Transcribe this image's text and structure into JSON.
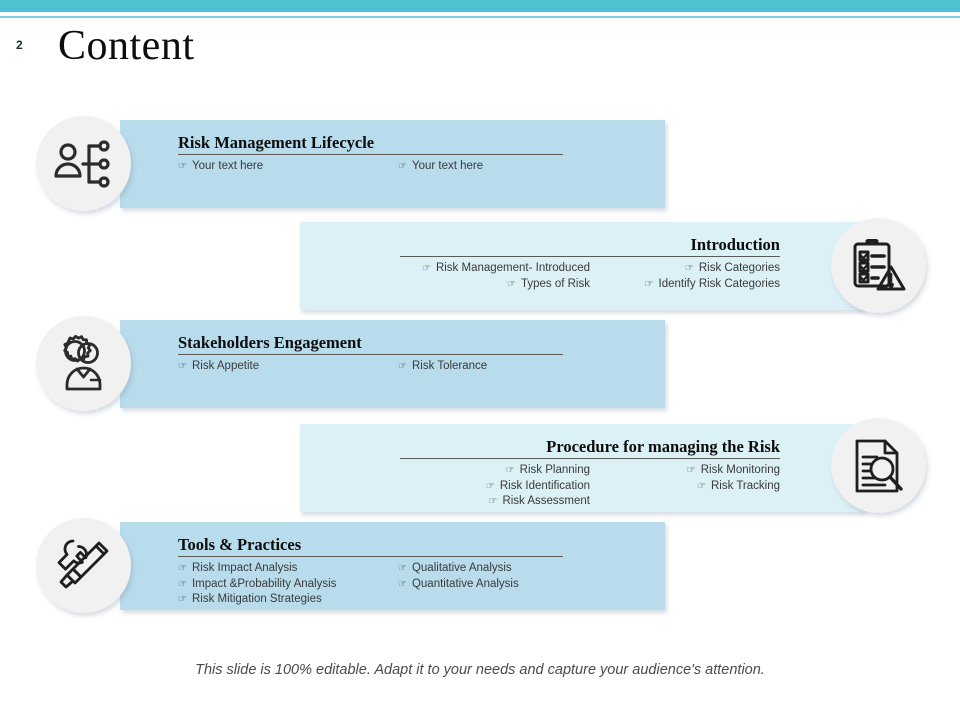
{
  "theme": {
    "accent_teal": "#4cc3d0",
    "band_left_fill": "#b9dced",
    "band_right_fill": "#dbf1f6",
    "icon_circle_fill": "#f1f1f1",
    "title_color": "#0d0d0d"
  },
  "header": {
    "page_number": "2",
    "title": "Content"
  },
  "bullet_glyph": "☞",
  "bands": [
    {
      "id": "risk-management-lifecycle",
      "title": "Risk Management Lifecycle",
      "align": "left",
      "icon": "person-branch-icon",
      "columns": [
        [
          "Your text here"
        ],
        [
          "Your text here"
        ]
      ]
    },
    {
      "id": "introduction",
      "title": "Introduction",
      "align": "right",
      "icon": "clipboard-warning-icon",
      "columns": [
        [
          "Risk Management- Introduced",
          "Types of Risk"
        ],
        [
          "Risk Categories",
          "Identify Risk Categories"
        ]
      ]
    },
    {
      "id": "stakeholders-engagement",
      "title": "Stakeholders Engagement",
      "align": "left",
      "icon": "gear-people-icon",
      "columns": [
        [
          "Risk Appetite"
        ],
        [
          "Risk Tolerance"
        ]
      ]
    },
    {
      "id": "procedure-for-managing-the-risk",
      "title": "Procedure for managing the Risk",
      "align": "right",
      "icon": "document-search-icon",
      "columns": [
        [
          "Risk Planning",
          "Risk Identification",
          "Risk Assessment"
        ],
        [
          "Risk Monitoring",
          "Risk Tracking"
        ]
      ]
    },
    {
      "id": "tools-and-practices",
      "title": "Tools & Practices",
      "align": "left",
      "icon": "wrench-screwdriver-icon",
      "columns": [
        [
          "Risk Impact Analysis",
          "Impact &Probability Analysis",
          "Risk Mitigation Strategies"
        ],
        [
          "Qualitative Analysis",
          "Quantitative Analysis"
        ]
      ]
    }
  ],
  "footer": {
    "note": "This slide is 100% editable. Adapt it to your needs and capture your audience's attention."
  }
}
